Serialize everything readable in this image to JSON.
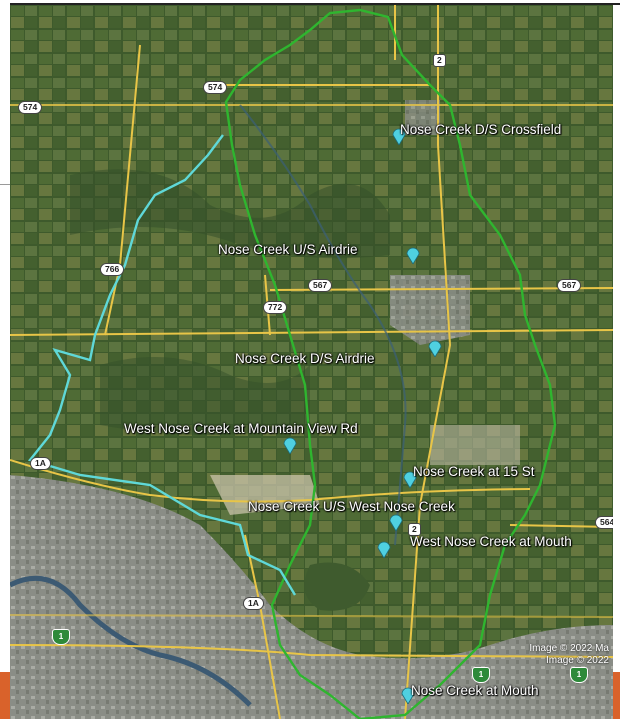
{
  "stations": [
    {
      "id": "crossfield",
      "label": "Nose Creek D/S Crossfield"
    },
    {
      "id": "us-airdrie",
      "label": "Nose Creek U/S Airdrie"
    },
    {
      "id": "ds-airdrie",
      "label": "Nose Creek D/S Airdrie"
    },
    {
      "id": "mountain-view",
      "label": "West Nose Creek at Mountain View Rd"
    },
    {
      "id": "15st",
      "label": "Nose Creek at 15 St"
    },
    {
      "id": "us-west",
      "label": "Nose Creek U/S West Nose Creek"
    },
    {
      "id": "west-mouth",
      "label": "West Nose Creek at Mouth"
    },
    {
      "id": "mouth",
      "label": "Nose Creek at Mouth"
    }
  ],
  "roads": {
    "r574a": "574",
    "r574b": "574",
    "r2a": "2",
    "r766": "766",
    "r567a": "567",
    "r567b": "567",
    "r772": "772",
    "r2b": "2",
    "r564": "564",
    "r1a_a": "1A",
    "r1a_b": "1A",
    "r1_a": "1",
    "r1_b": "1",
    "r1_c": "1"
  },
  "credit": {
    "line1": "Image © 2022 Ma",
    "line2": "Image © 2022"
  },
  "colors": {
    "nose_creek_watershed": "#2fb52f",
    "west_nose_creek_watershed": "#5fd8d8",
    "highways": "#e8c547",
    "marker": "#4fd0e0"
  }
}
